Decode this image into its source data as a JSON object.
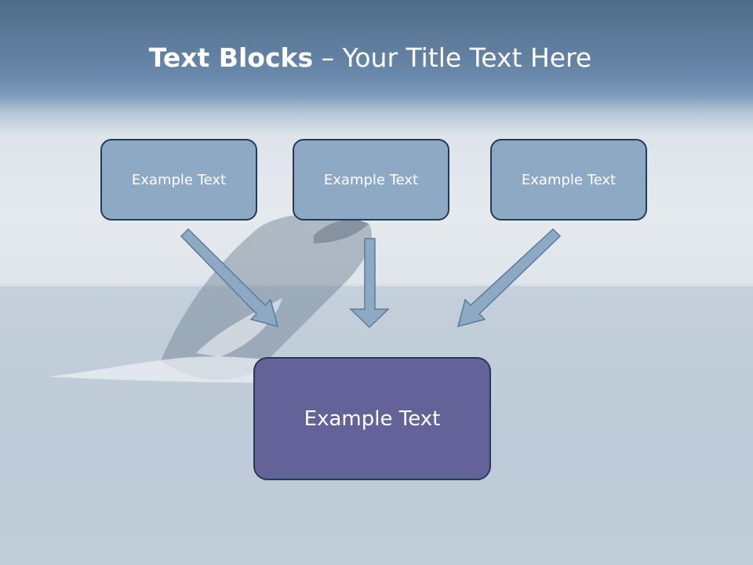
{
  "slide": {
    "title_bold": "Text Blocks",
    "title_sep": " – ",
    "title_rest": "Your Title Text Here",
    "boxes": [
      "Example Text",
      "Example Text",
      "Example Text"
    ],
    "main_box": "Example Text"
  }
}
